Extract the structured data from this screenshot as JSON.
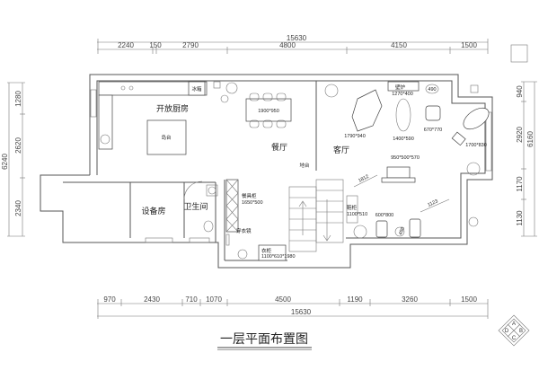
{
  "title": "一层平面布置图",
  "dimensions": {
    "top_total": "15630",
    "top_segments": [
      "2240",
      "150",
      "2790",
      "4800",
      "4150",
      "1500"
    ],
    "bottom_segments": [
      "970",
      "2430",
      "710",
      "1070",
      "4500",
      "1190",
      "3260",
      "1500"
    ],
    "bottom_total": "15630",
    "left_total": "6240",
    "left_segments": [
      "1280",
      "2620",
      "2340"
    ],
    "right_total": "6160",
    "right_segments": [
      "940",
      "2920",
      "1170",
      "1130"
    ]
  },
  "rooms": {
    "kitchen": "开放厨房",
    "dining": "餐厅",
    "living": "客厅",
    "equipment": "设备房",
    "bathroom": "卫生间"
  },
  "furniture": {
    "island": "岛台",
    "fridge": "冰箱",
    "dining_table": "1900*950",
    "platform": "地台",
    "fireplace": "壁炉",
    "fireplace_size": "1270*400",
    "round_table_1": "490",
    "sofa": "1790*940",
    "coffee_table": "1400*590",
    "armchair": "670*770",
    "lounge_chair": "1700*830",
    "tv_cabinet": "950*500*570",
    "diag_1": "1812",
    "diag_2": "1123",
    "shoe_cabinet": "鞋柜",
    "shoe_cabinet_size": "1100*510",
    "chairs": "600*800",
    "round_table_2": "490",
    "sideboard": "餐具柜",
    "sideboard_size": "1650*500",
    "mirror": "穿衣镜",
    "wardrobe": "衣柜",
    "wardrobe_size": "1100*610*1980"
  },
  "compass": [
    "A",
    "B",
    "C",
    "D"
  ]
}
